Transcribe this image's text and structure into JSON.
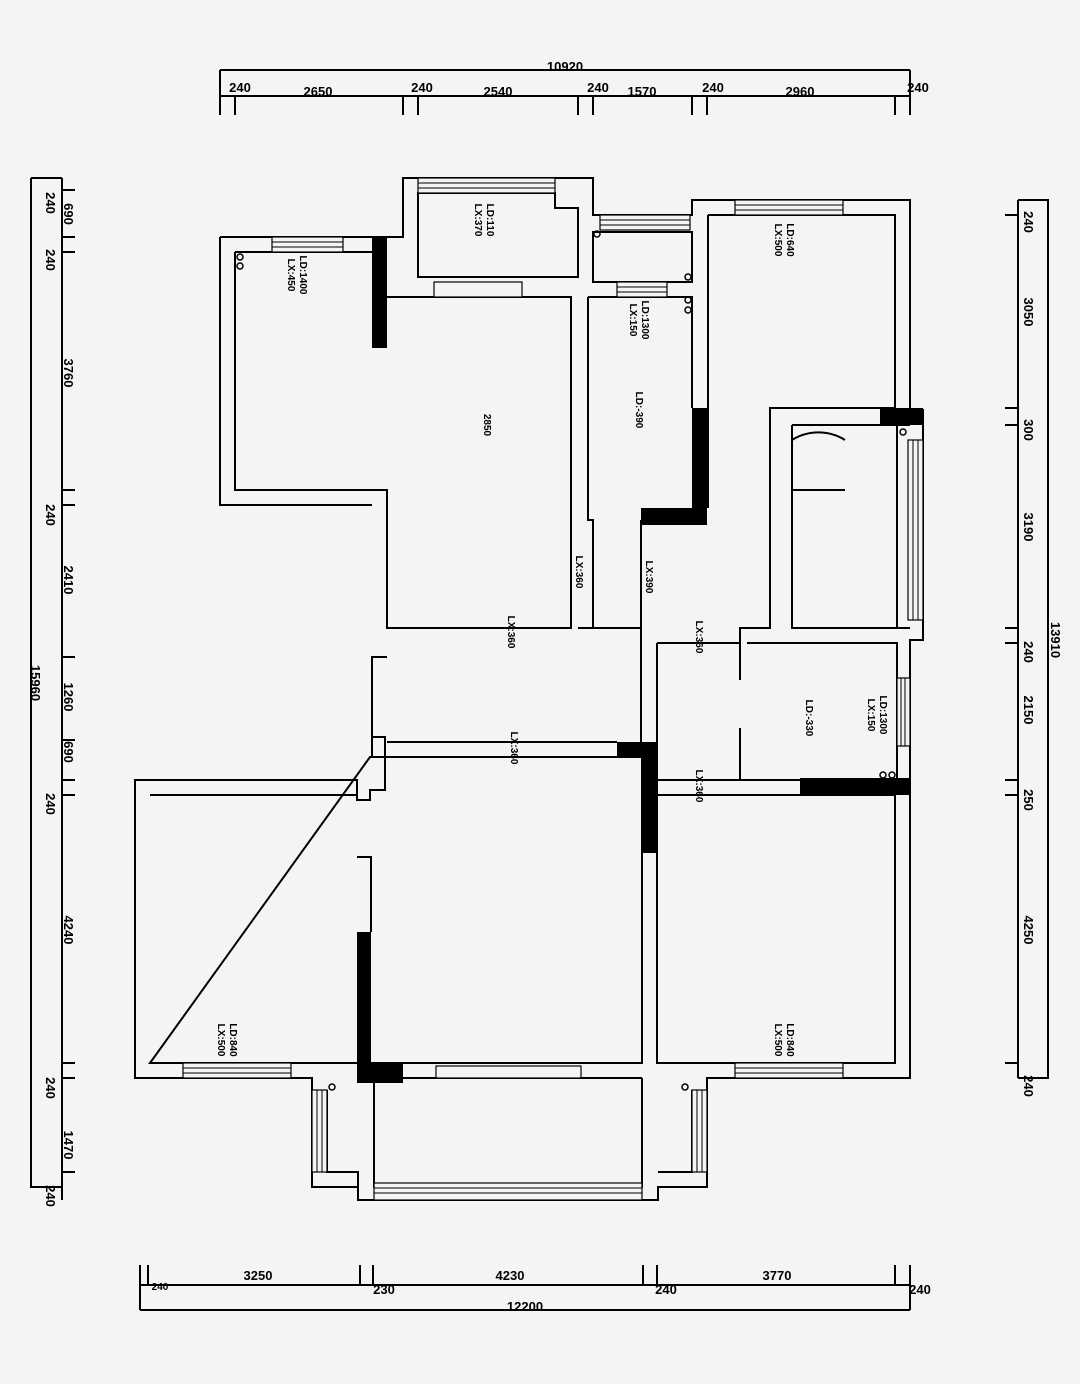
{
  "dimensions": {
    "top": {
      "total": "10920",
      "segments": [
        "240",
        "2650",
        "240",
        "2540",
        "240",
        "1570",
        "240",
        "2960",
        "240"
      ]
    },
    "left": {
      "total": "15960",
      "segments": [
        "240",
        "690",
        "240",
        "3760",
        "240",
        "2410",
        "1260",
        "690",
        "240",
        "4240",
        "240",
        "1470",
        "240"
      ]
    },
    "right": {
      "total": "13910",
      "segments": [
        "240",
        "3050",
        "300",
        "3190",
        "240",
        "2150",
        "250",
        "4250",
        "240"
      ]
    },
    "bottom": {
      "total": "12200",
      "segments": [
        "240",
        "3250",
        "230",
        "4230",
        "240",
        "3770",
        "240"
      ]
    }
  },
  "annotations": [
    {
      "l1": "LD:110",
      "l2": "LX:370"
    },
    {
      "l1": "LD:1400",
      "l2": "LX:450"
    },
    {
      "l1": "LD:640",
      "l2": "LX:500"
    },
    {
      "l1": "LD:1300",
      "l2": "LX:150"
    },
    {
      "l1": "2850",
      "l2": ""
    },
    {
      "l1": "LD:-390",
      "l2": ""
    },
    {
      "l1": "LX:360",
      "l2": ""
    },
    {
      "l1": "LX:390",
      "l2": ""
    },
    {
      "l1": "LX:360",
      "l2": ""
    },
    {
      "l1": "LX:360",
      "l2": ""
    },
    {
      "l1": "LX:360",
      "l2": ""
    },
    {
      "l1": "LD:-330",
      "l2": ""
    },
    {
      "l1": "LD:1300",
      "l2": "LX:150"
    },
    {
      "l1": "LX:360",
      "l2": ""
    },
    {
      "l1": "LD:840",
      "l2": "LX:500"
    },
    {
      "l1": "LD:840",
      "l2": "LX:500"
    }
  ]
}
